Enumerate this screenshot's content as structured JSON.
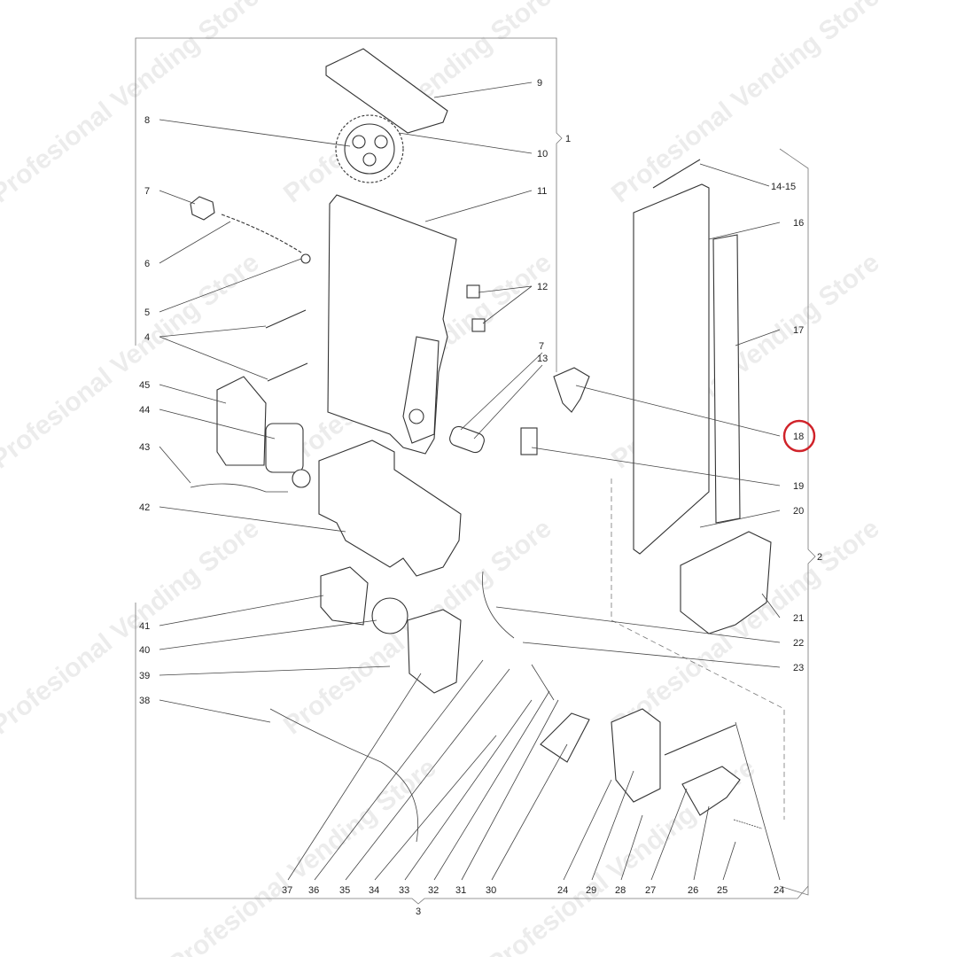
{
  "watermark": "Profesional Vending Store",
  "highlight": {
    "label": "18",
    "color": "#d0232a"
  },
  "groups": [
    {
      "label": "1"
    },
    {
      "label": "2"
    },
    {
      "label": "3"
    }
  ],
  "callouts": {
    "left": [
      "8",
      "7",
      "6",
      "5",
      "4",
      "45",
      "44",
      "43",
      "42",
      "41",
      "40",
      "39",
      "38"
    ],
    "middle": [
      "9",
      "10",
      "11",
      "12",
      "7",
      "13"
    ],
    "right": [
      "14-15",
      "16",
      "17",
      "18",
      "19",
      "20",
      "21",
      "22",
      "23"
    ],
    "bottom": [
      "37",
      "36",
      "35",
      "34",
      "33",
      "32",
      "31",
      "30",
      "24",
      "29",
      "28",
      "27",
      "26",
      "25",
      "24"
    ]
  }
}
